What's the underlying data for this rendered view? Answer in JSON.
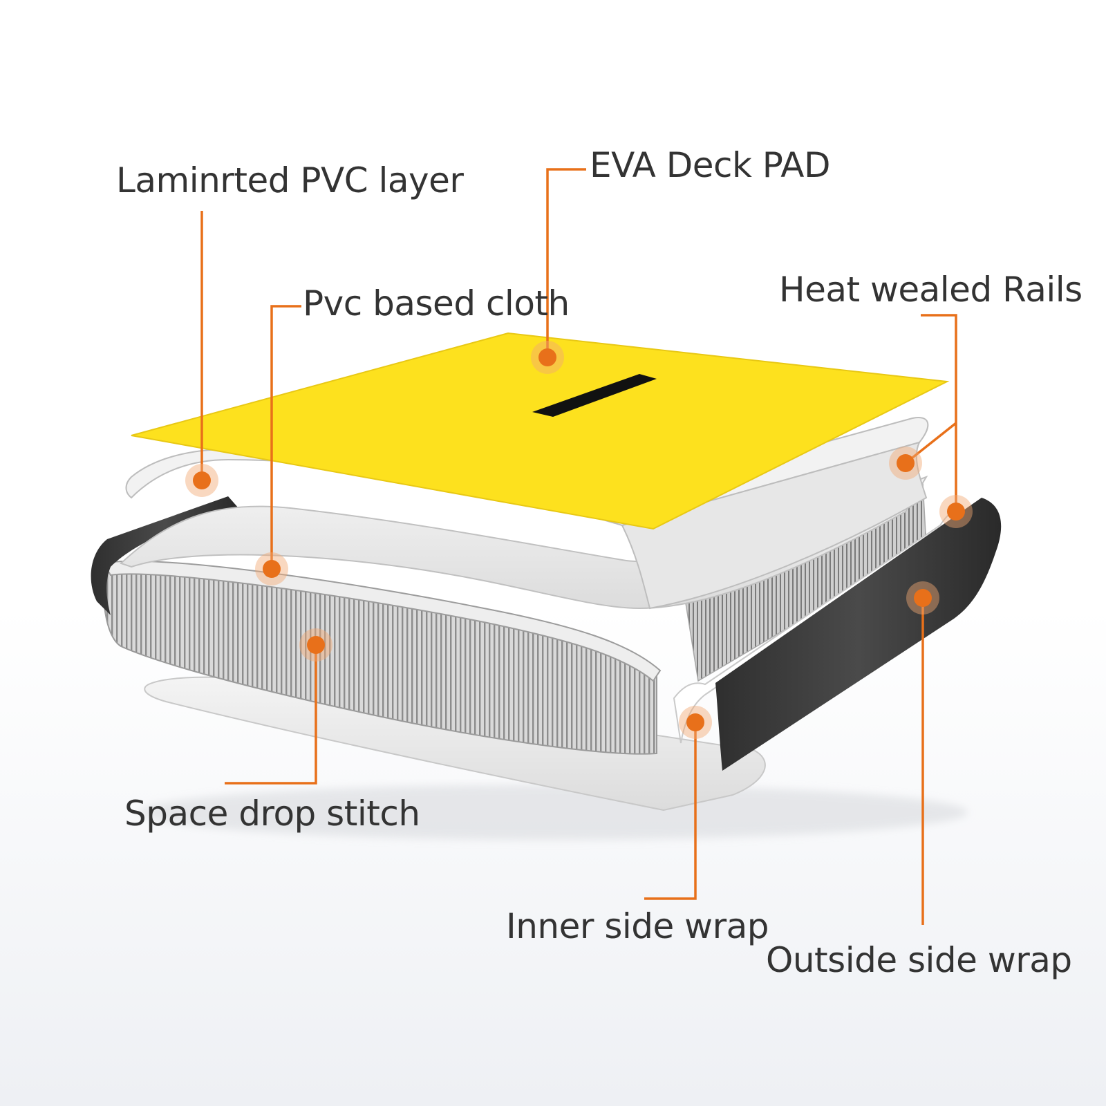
{
  "accent_color": "#e8701a",
  "deck_color": "#fde11e",
  "labels": {
    "laminated_pvc_layer": "Laminrted PVC layer",
    "eva_deck_pad": "EVA Deck PAD",
    "pvc_based_cloth": "Pvc based cloth",
    "heat_wealed_rails": "Heat wealed Rails",
    "space_drop_stitch": "Space drop stitch",
    "inner_side_wrap": "Inner side wrap",
    "outside_side_wrap": "Outside side wrap"
  }
}
